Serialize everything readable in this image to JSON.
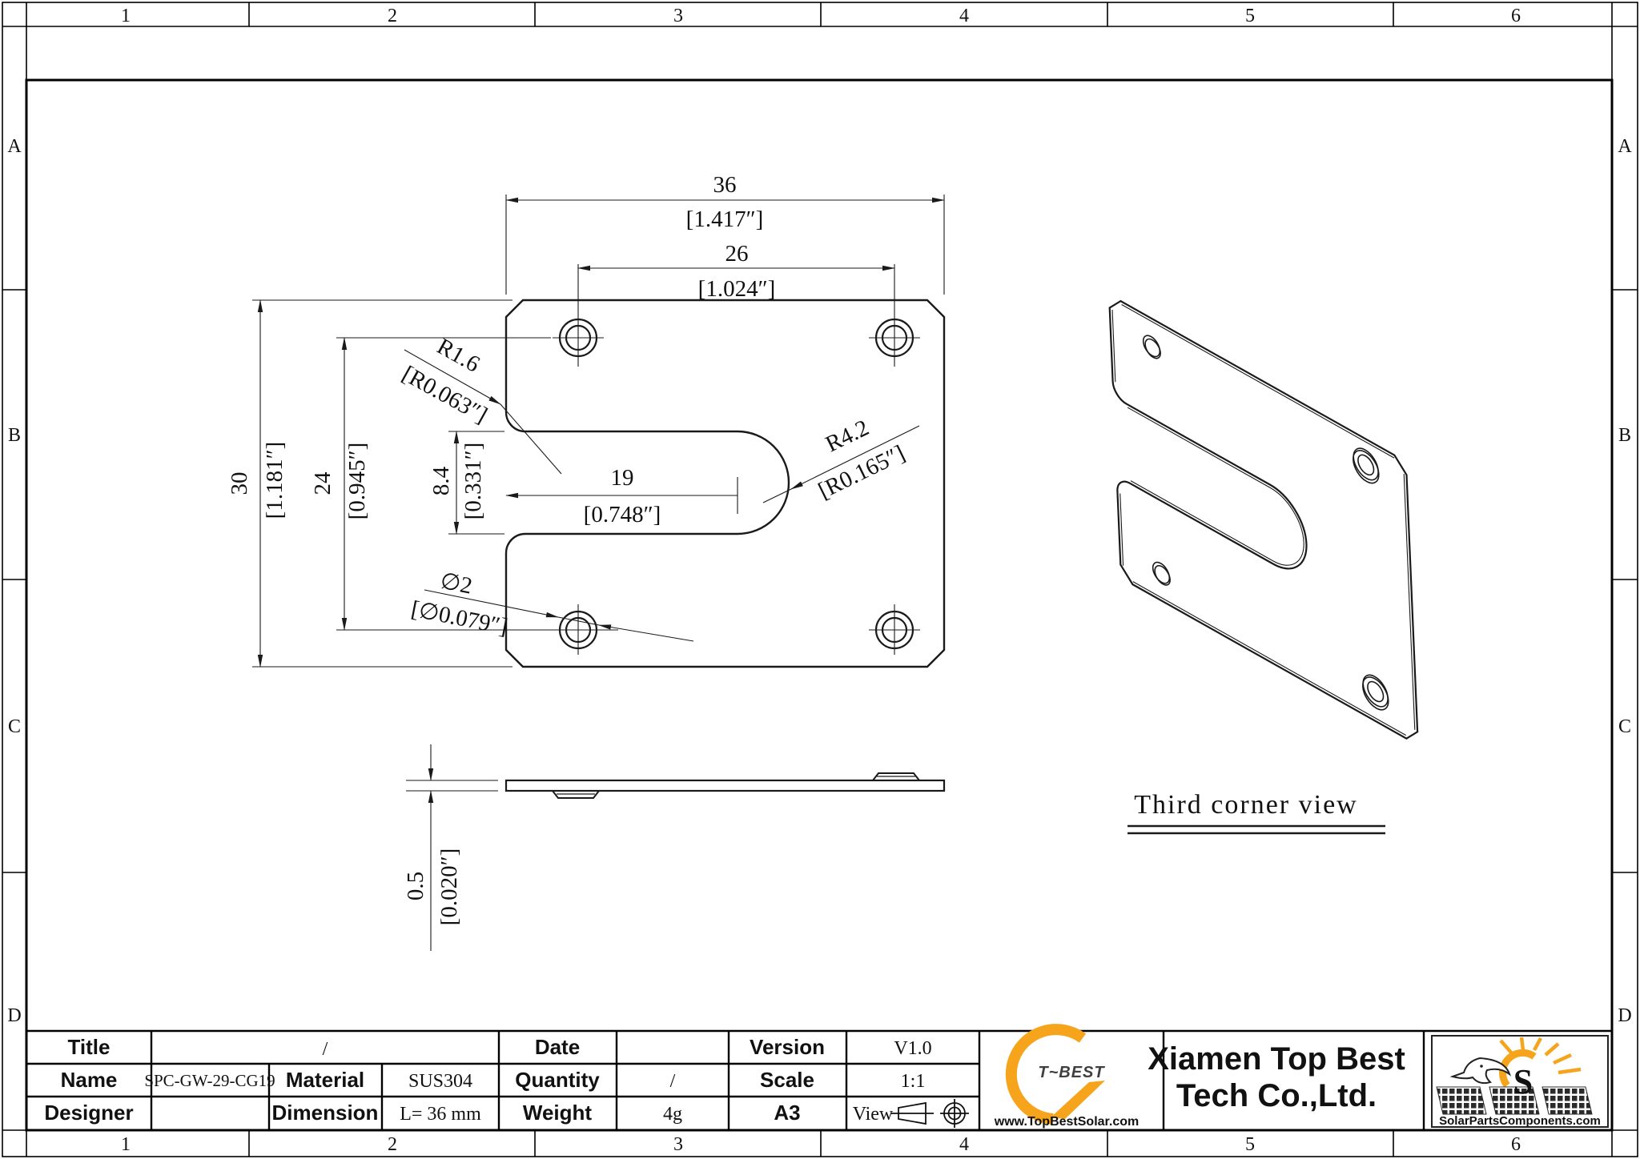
{
  "zones": {
    "cols": [
      "1",
      "2",
      "3",
      "4",
      "5",
      "6"
    ],
    "rows": [
      "A",
      "B",
      "C",
      "D"
    ]
  },
  "dims": {
    "width_mm": "36",
    "width_in": "[1.417″]",
    "holes_h_mm": "26",
    "holes_h_in": "[1.024″]",
    "height_mm": "30",
    "height_in": "[1.181″]",
    "holes_v_mm": "24",
    "holes_v_in": "[0.945″]",
    "slot_h_mm": "8.4",
    "slot_h_in": "[0.331″]",
    "slot_d_mm": "19",
    "slot_d_in": "[0.748″]",
    "fillet_r": "R1.6",
    "fillet_r_in": "[R0.063″]",
    "slot_r": "R4.2",
    "slot_r_in": "[R0.165″]",
    "hole_d": "∅2",
    "hole_d_in": "[∅0.079″]",
    "thick_mm": "0.5",
    "thick_in": "[0.020″]"
  },
  "iso_caption": "Third corner view",
  "title_block": {
    "title_label": "Title",
    "title_value": "/",
    "name_label": "Name",
    "name_value": "SPC-GW-29-CG19",
    "designer_label": "Designer",
    "designer_value": "",
    "material_label": "Material",
    "material_value": "SUS304",
    "dimension_label": "Dimension",
    "dimension_value": "L= 36 mm",
    "date_label": "Date",
    "date_value": "",
    "quantity_label": "Quantity",
    "quantity_value": "/",
    "weight_label": "Weight",
    "weight_value": "4g",
    "version_label": "Version",
    "version_value": "V1.0",
    "scale_label": "Scale",
    "scale_value": "1:1",
    "sheet_size": "A3",
    "view_label": "View"
  },
  "branding": {
    "logo_text": "T~BEST",
    "logo_url": "www.TopBestSolar.com",
    "company_line1": "Xiamen Top Best",
    "company_line2": "Tech Co.,Ltd.",
    "right_logo_letter": "S",
    "right_logo_url": "SolarPartsComponents.com",
    "accent_orange": "#F5A41C",
    "line_color": "#1a1a1a"
  }
}
